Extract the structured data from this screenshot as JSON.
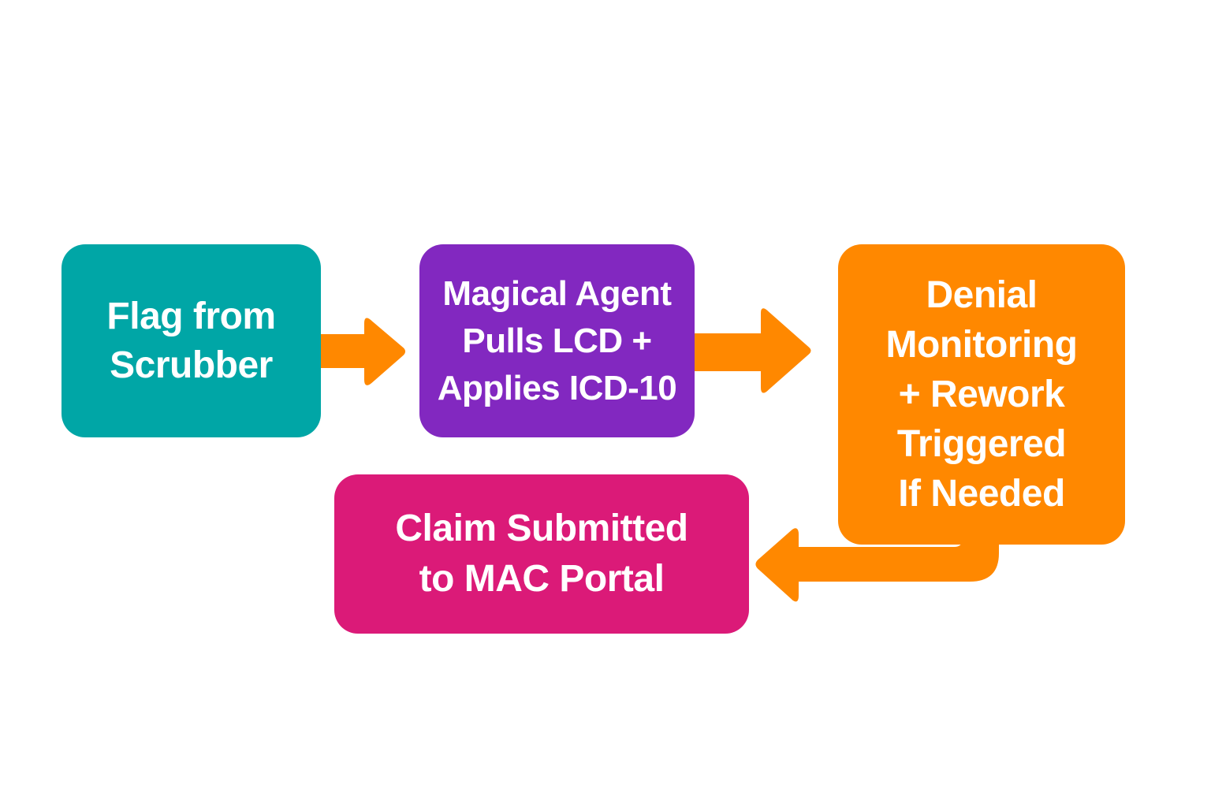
{
  "diagram": {
    "type": "flowchart",
    "colors": {
      "step1": "#00a6a6",
      "step2": "#8228c0",
      "step3": "#ff8800",
      "step4": "#db1a78",
      "arrow": "#ff8800",
      "text": "#ffffff",
      "background": "#ffffff"
    },
    "nodes": [
      {
        "id": "flag",
        "label": "Flag from\nScrubber"
      },
      {
        "id": "agent",
        "label": "Magical Agent\nPulls LCD +\nApplies ICD-10"
      },
      {
        "id": "denial",
        "label": "Denial\nMonitoring\n+ Rework\nTriggered\nIf Needed"
      },
      {
        "id": "claim",
        "label": "Claim Submitted\nto MAC Portal"
      }
    ],
    "edges": [
      {
        "from": "flag",
        "to": "agent",
        "icon": "arrow-right-icon"
      },
      {
        "from": "agent",
        "to": "denial",
        "icon": "arrow-right-icon"
      },
      {
        "from": "denial",
        "to": "claim",
        "icon": "arrow-left-curved-icon"
      }
    ]
  }
}
